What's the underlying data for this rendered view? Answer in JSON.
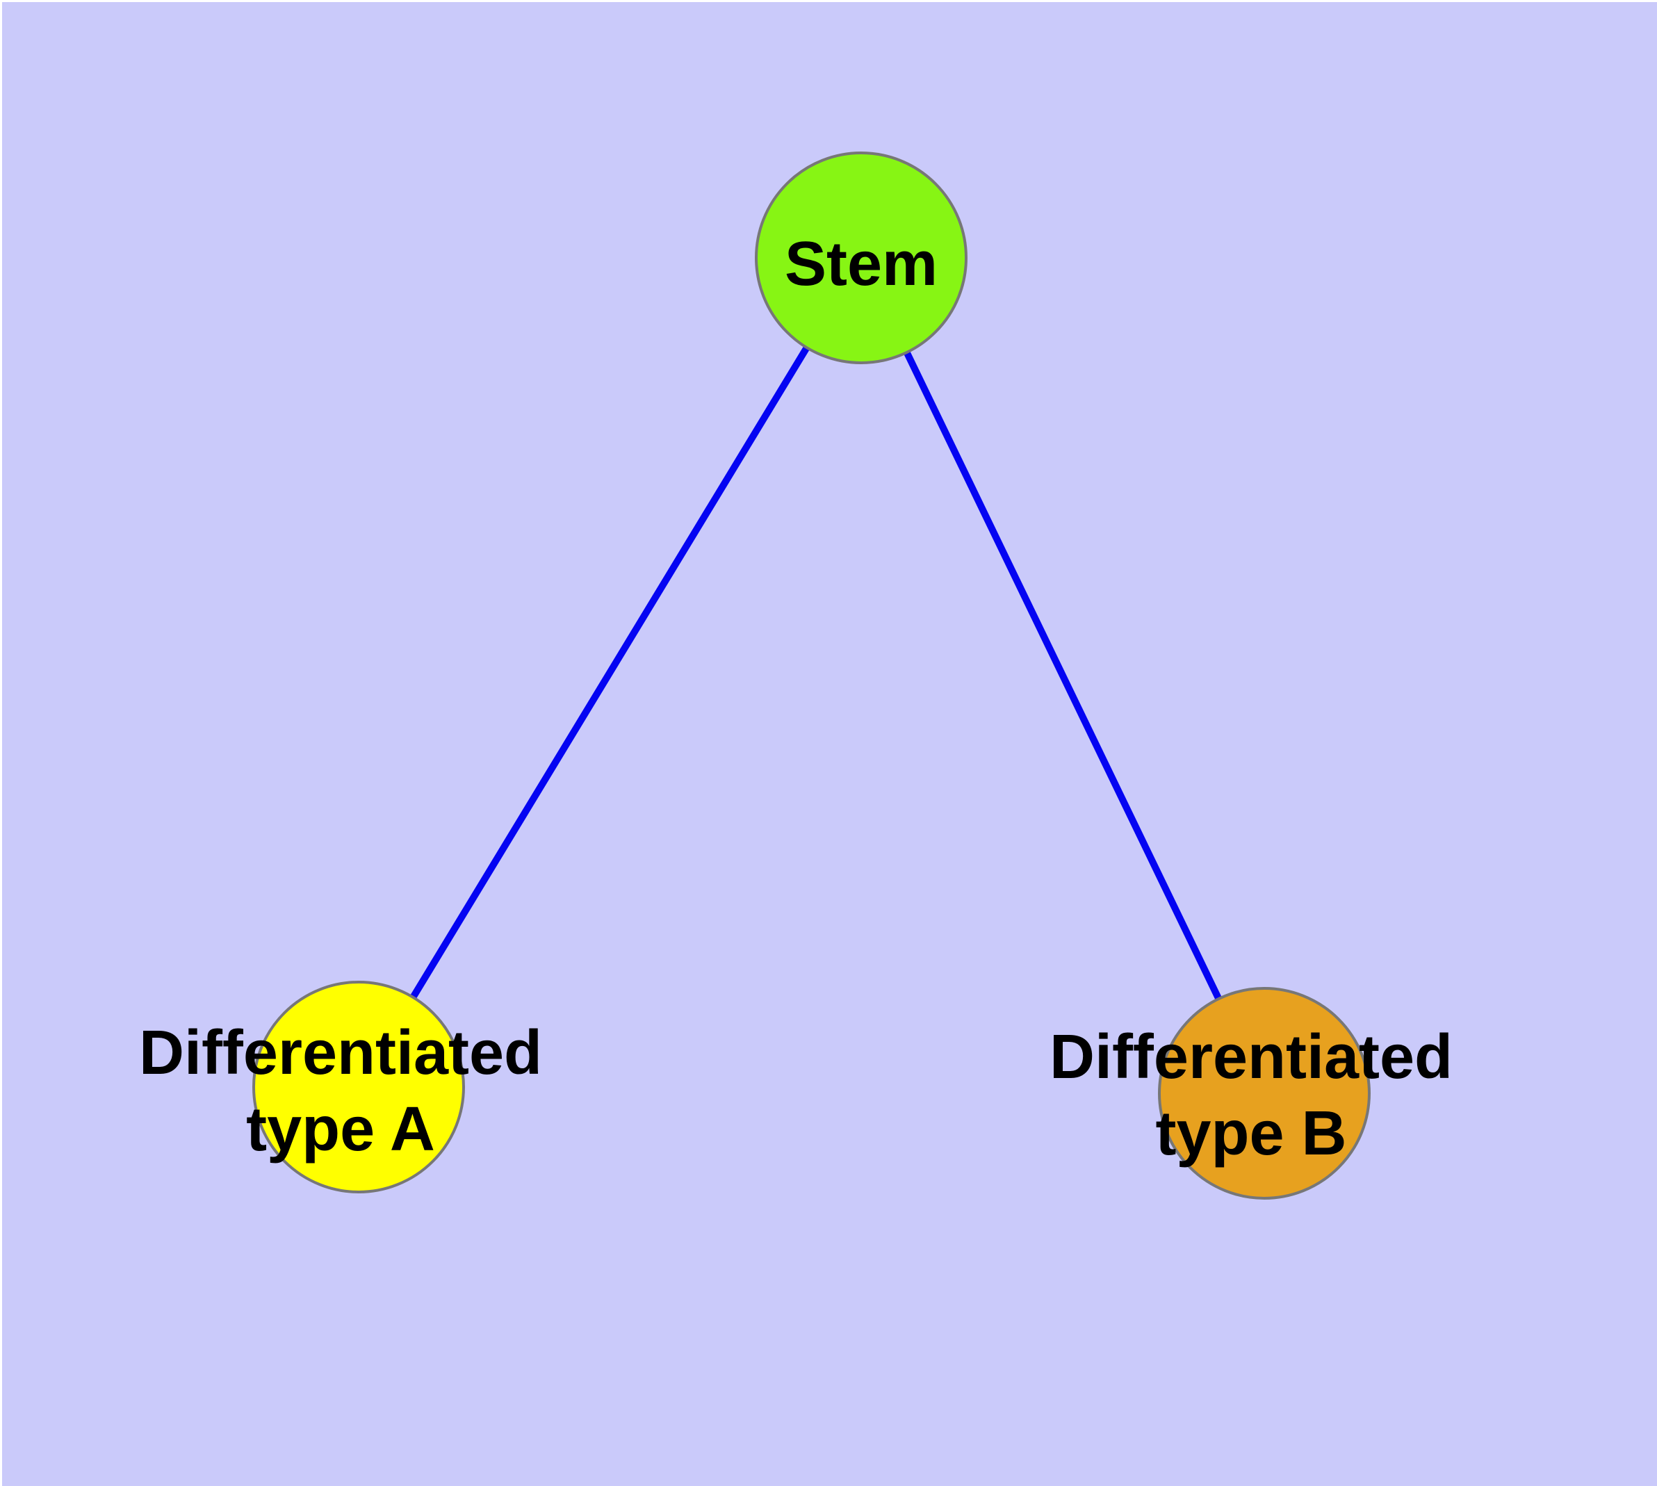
{
  "canvas": {
    "background": "#CACAFA",
    "frame_color": "#FFFFFF"
  },
  "diagram": {
    "edge_color": "#0404F2",
    "node_border_color": "#777777",
    "text_color": "#000000",
    "nodes": [
      {
        "id": "stem",
        "label": "Stem",
        "fill": "#87F514"
      },
      {
        "id": "differentiated-type-a",
        "label_line1": "Differentiated",
        "label_line2": "type A",
        "fill": "#FFFF00"
      },
      {
        "id": "differentiated-type-b",
        "label_line1": "Differentiated",
        "label_line2": "type B",
        "fill": "#E7A11F"
      }
    ],
    "edges": [
      {
        "from": "stem",
        "to": "differentiated-type-a"
      },
      {
        "from": "stem",
        "to": "differentiated-type-b"
      }
    ]
  }
}
